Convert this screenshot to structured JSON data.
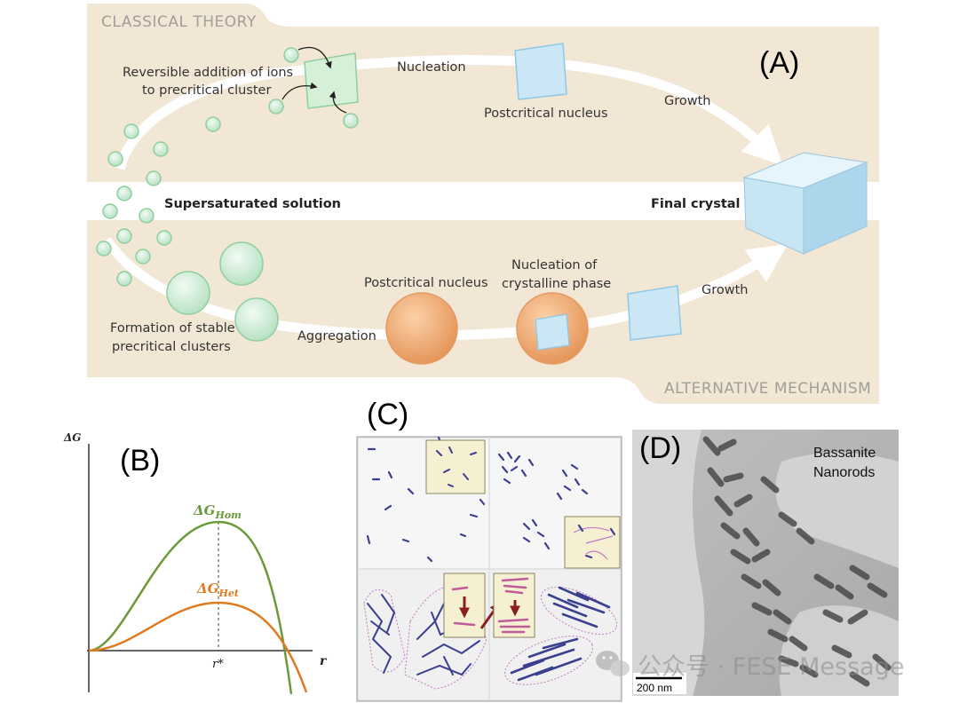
{
  "panel_a": {
    "tag": "(A)",
    "classical_header": "CLASSICAL THEORY",
    "alternative_header": "ALTERNATIVE MECHANISM",
    "reversible_1": "Reversible addition of ions",
    "reversible_2": "to precritical cluster",
    "nucleation": "Nucleation",
    "postcritical_top": "Postcritical nucleus",
    "growth_top": "Growth",
    "supersaturated": "Supersaturated solution",
    "final_crystal": "Final crystal",
    "formation_1": "Formation of stable",
    "formation_2": "precritical clusters",
    "aggregation": "Aggregation",
    "postcritical_bottom": "Postcritical nucleus",
    "nucleation_cryst_1": "Nucleation of",
    "nucleation_cryst_2": "crystalline phase",
    "growth_bottom": "Growth"
  },
  "panel_b": {
    "tag": "(B)",
    "y_axis": "ΔG",
    "x_axis": "r",
    "r_star": "r*",
    "hom_base": "ΔG",
    "hom_sub": "Hom",
    "het_base": "ΔG",
    "het_sub": "Het",
    "colors": {
      "hom": "#6b9a3a",
      "het": "#e07a1f"
    }
  },
  "panel_c": {
    "tag": "(C)"
  },
  "panel_d": {
    "tag": "(D)",
    "label_1": "Bassanite",
    "label_2": "Nanorods",
    "scale_bar": "200 nm"
  },
  "watermark": "公众号 · FESE Message"
}
